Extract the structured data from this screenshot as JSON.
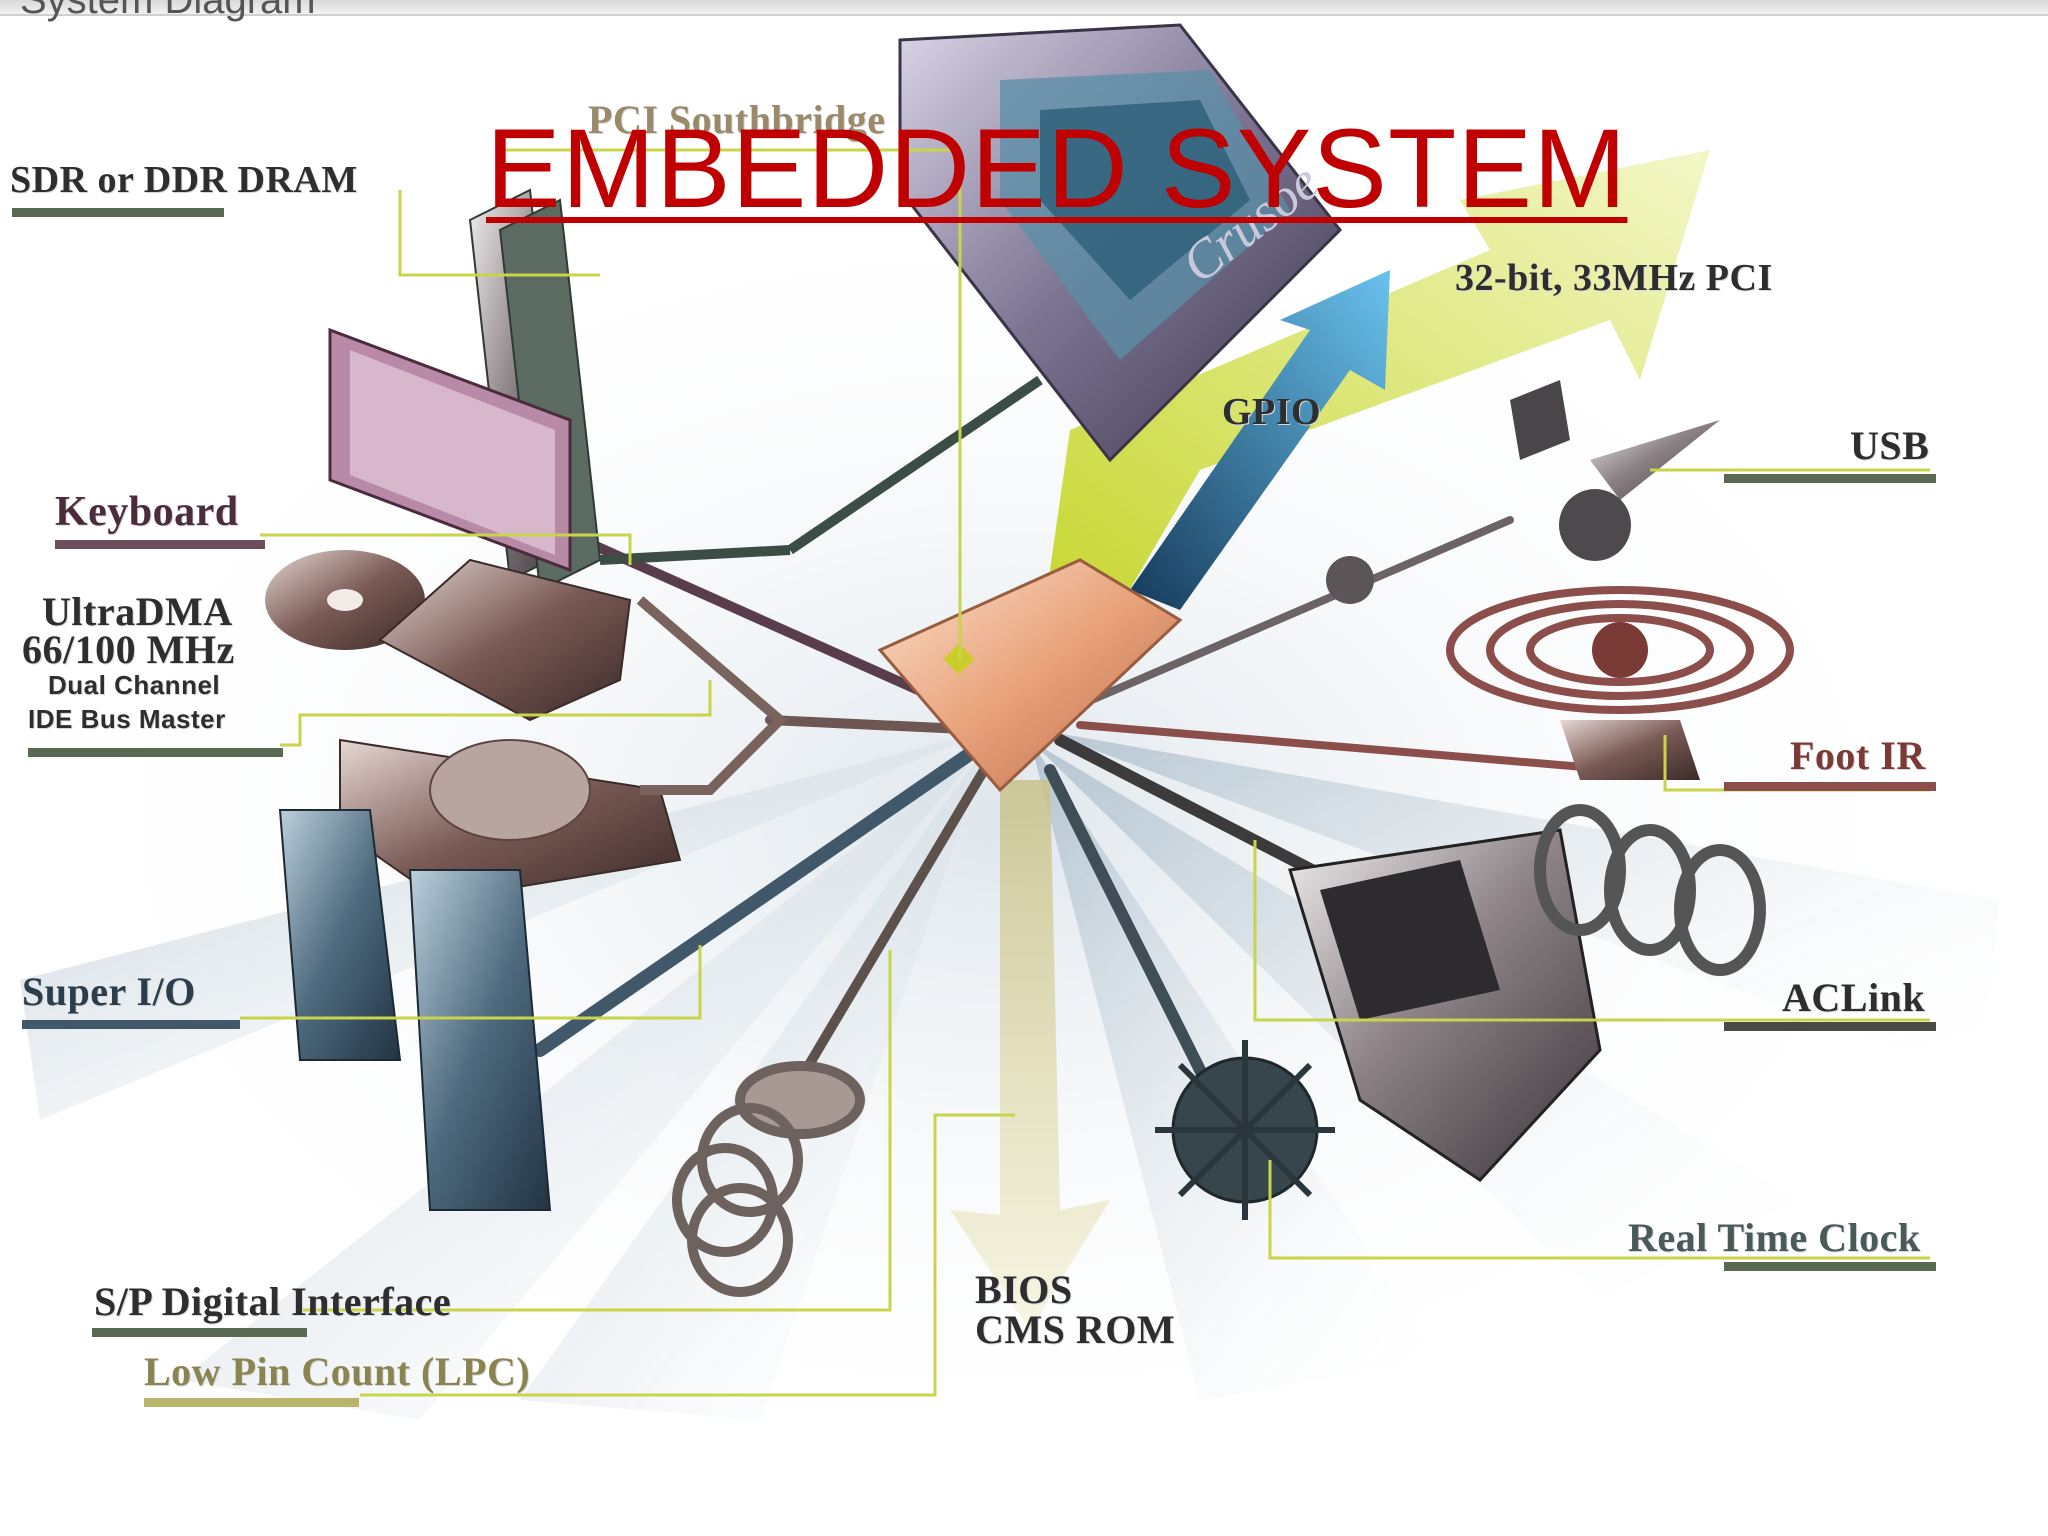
{
  "page": {
    "title": "EMBEDDED SYSTEM",
    "top_cut_heading": "System Diagram"
  },
  "labels": {
    "pci_southbridge": "PCI Southbridge",
    "sdr_ddr": "SDR or DDR DRAM",
    "pci_bus": "32-bit, 33MHz PCI",
    "gpio": "GPIO",
    "usb": "USB",
    "keyboard": "Keyboard",
    "ultradma_1": "UltraDMA",
    "ultradma_2": "66/100 MHz",
    "ultradma_3": "Dual Channel",
    "ultradma_4": "IDE Bus Master",
    "foot_ir": "Foot IR",
    "super_io": "Super I/O",
    "aclink": "ACLink",
    "real_time_clock": "Real Time Clock",
    "sp_digital": "S/P Digital Interface",
    "lpc": "Low Pin Count (LPC)",
    "bios_1": "BIOS",
    "bios_2": "CMS ROM",
    "chip_brand": "Crusoe"
  },
  "colors": {
    "title": "#c00000",
    "connector_line": "#c8d44a",
    "label_bar": "#5a6a52",
    "hub": "#e8a27a",
    "gpio_arrow": "#2f8fc2",
    "pci_arrow": "#d6e15a"
  }
}
